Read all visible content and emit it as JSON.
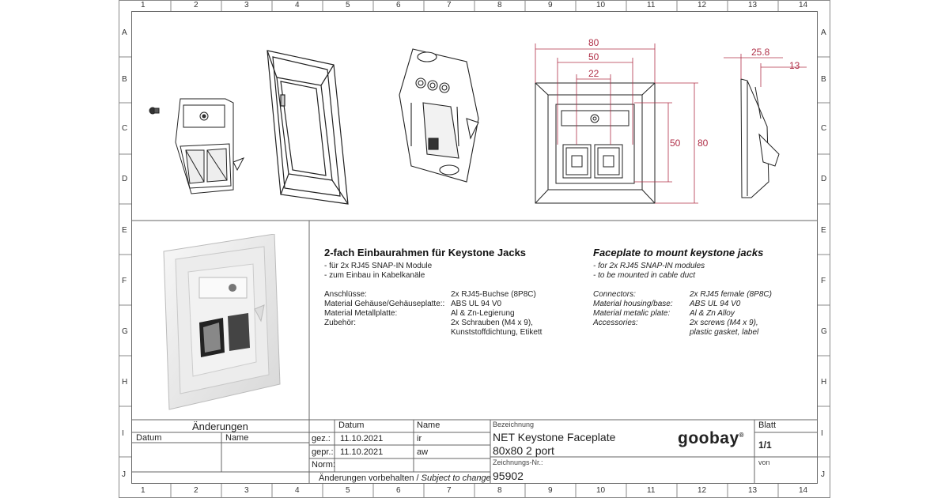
{
  "grid": {
    "cols": [
      "1",
      "2",
      "3",
      "4",
      "5",
      "6",
      "7",
      "8",
      "9",
      "10",
      "11",
      "12",
      "13",
      "14"
    ],
    "rows": [
      "A",
      "B",
      "C",
      "D",
      "E",
      "F",
      "G",
      "H",
      "I",
      "J"
    ]
  },
  "dimensions": {
    "front_width_outer": "80",
    "front_width_mid": "50",
    "front_width_inner": "22",
    "front_height_mid": "50",
    "front_height_outer": "80",
    "side_depth_outer": "25.8",
    "side_depth_inner": "13"
  },
  "de": {
    "title": "2-fach Einbaurahmen für Keystone Jacks",
    "bullets": [
      "- für 2x RJ45 SNAP-IN Module",
      "- zum Einbau in Kabelkanäle"
    ],
    "specs": [
      {
        "label": "Anschlüsse:",
        "value": "2x RJ45-Buchse  (8P8C)"
      },
      {
        "label": "Material Gehäuse/Gehäuseplatte::",
        "value": "ABS UL 94 V0"
      },
      {
        "label": "Material Metallplatte:",
        "value": "Al & Zn-Legierung"
      },
      {
        "label": "Zubehör:",
        "value": "2x Schrauben (M4 x 9),"
      },
      {
        "label": "",
        "value": "Kunststoffdichtung, Etikett"
      }
    ]
  },
  "en": {
    "title": "Faceplate to mount keystone jacks",
    "bullets": [
      "- for 2x RJ45 SNAP-IN modules",
      "- to be mounted in cable duct"
    ],
    "specs": [
      {
        "label": "Connectors:",
        "value": "2x RJ45 female (8P8C)"
      },
      {
        "label": "Material housing/base:",
        "value": "ABS UL 94 V0"
      },
      {
        "label": "Material metalic plate:",
        "value": "Al & Zn Alloy"
      },
      {
        "label": "Accessories:",
        "value": "2x screws (M4 x 9),"
      },
      {
        "label": "",
        "value": "plastic gasket, label"
      }
    ]
  },
  "title_block": {
    "changes_header": "Änderungen",
    "col_datum": "Datum",
    "col_name": "Name",
    "datum_header": "Datum",
    "name_header": "Name",
    "gez_label": "gez.:",
    "gez_date": "11.10.2021",
    "gez_name": "ir",
    "gepr_label": "gepr.:",
    "gepr_date": "11.10.2021",
    "gepr_name": "aw",
    "norm_label": "Norm:",
    "disclaimer_de": "Änderungen vorbehalten /",
    "disclaimer_en": "Subject to change",
    "bezeichnung_label": "Bezeichnung",
    "product_line1": "NET Keystone Faceplate",
    "product_line2": "80x80 2 port",
    "zeichnungs_label": "Zeichnungs-Nr.:",
    "drawing_number": "95902",
    "blatt_label": "Blatt",
    "blatt_value": "1/1",
    "von_label": "von",
    "logo_text": "goobay",
    "logo_mark": "®"
  }
}
